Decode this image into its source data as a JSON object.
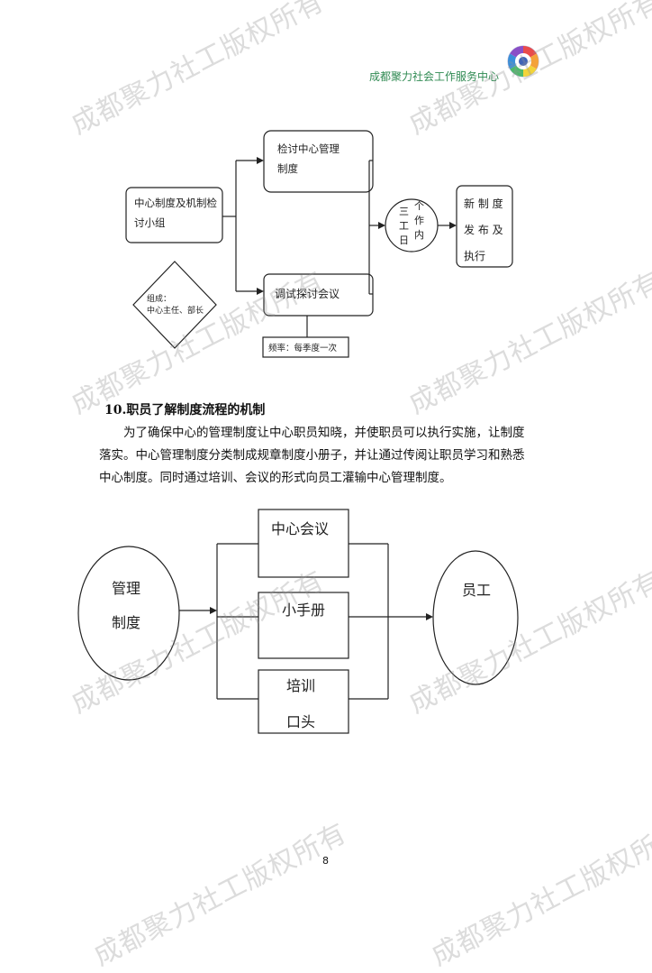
{
  "header": {
    "org_name": "成都聚力社会工作服务中心",
    "watermark_text": "成都聚力社工版权所有"
  },
  "diagram1": {
    "group_box": [
      "中心制度及机制检",
      "讨小组"
    ],
    "diamond": [
      "组成：",
      "中心主任、部长"
    ],
    "review_box": [
      "检讨中心管理",
      "制度"
    ],
    "debug_box": "调试探讨会议",
    "frequency": "频率：每季度一次",
    "circle_left": [
      "三",
      "工",
      "日"
    ],
    "circle_right": [
      "个",
      "作",
      "内"
    ],
    "result_box": [
      "新 制 度",
      "发 布 及",
      "执行"
    ]
  },
  "section": {
    "heading": "10.职员了解制度流程的机制",
    "paragraph": [
      "为了确保中心的管理制度让中心职员知晓，并使职员可以执行实施，让制度",
      "落实。中心管理制度分类制成规章制度小册子，并让通过传阅让职员学习和熟悉",
      "中心制度。同时通过培训、会议的形式向员工灌输中心管理制度。"
    ]
  },
  "diagram2": {
    "left_ellipse": [
      "管理",
      "制度"
    ],
    "box_meeting": "中心会议",
    "box_manual": "小手册",
    "box_training": [
      "培训",
      "口头"
    ],
    "right_ellipse": "员工"
  },
  "footer": {
    "page_number": "8"
  }
}
